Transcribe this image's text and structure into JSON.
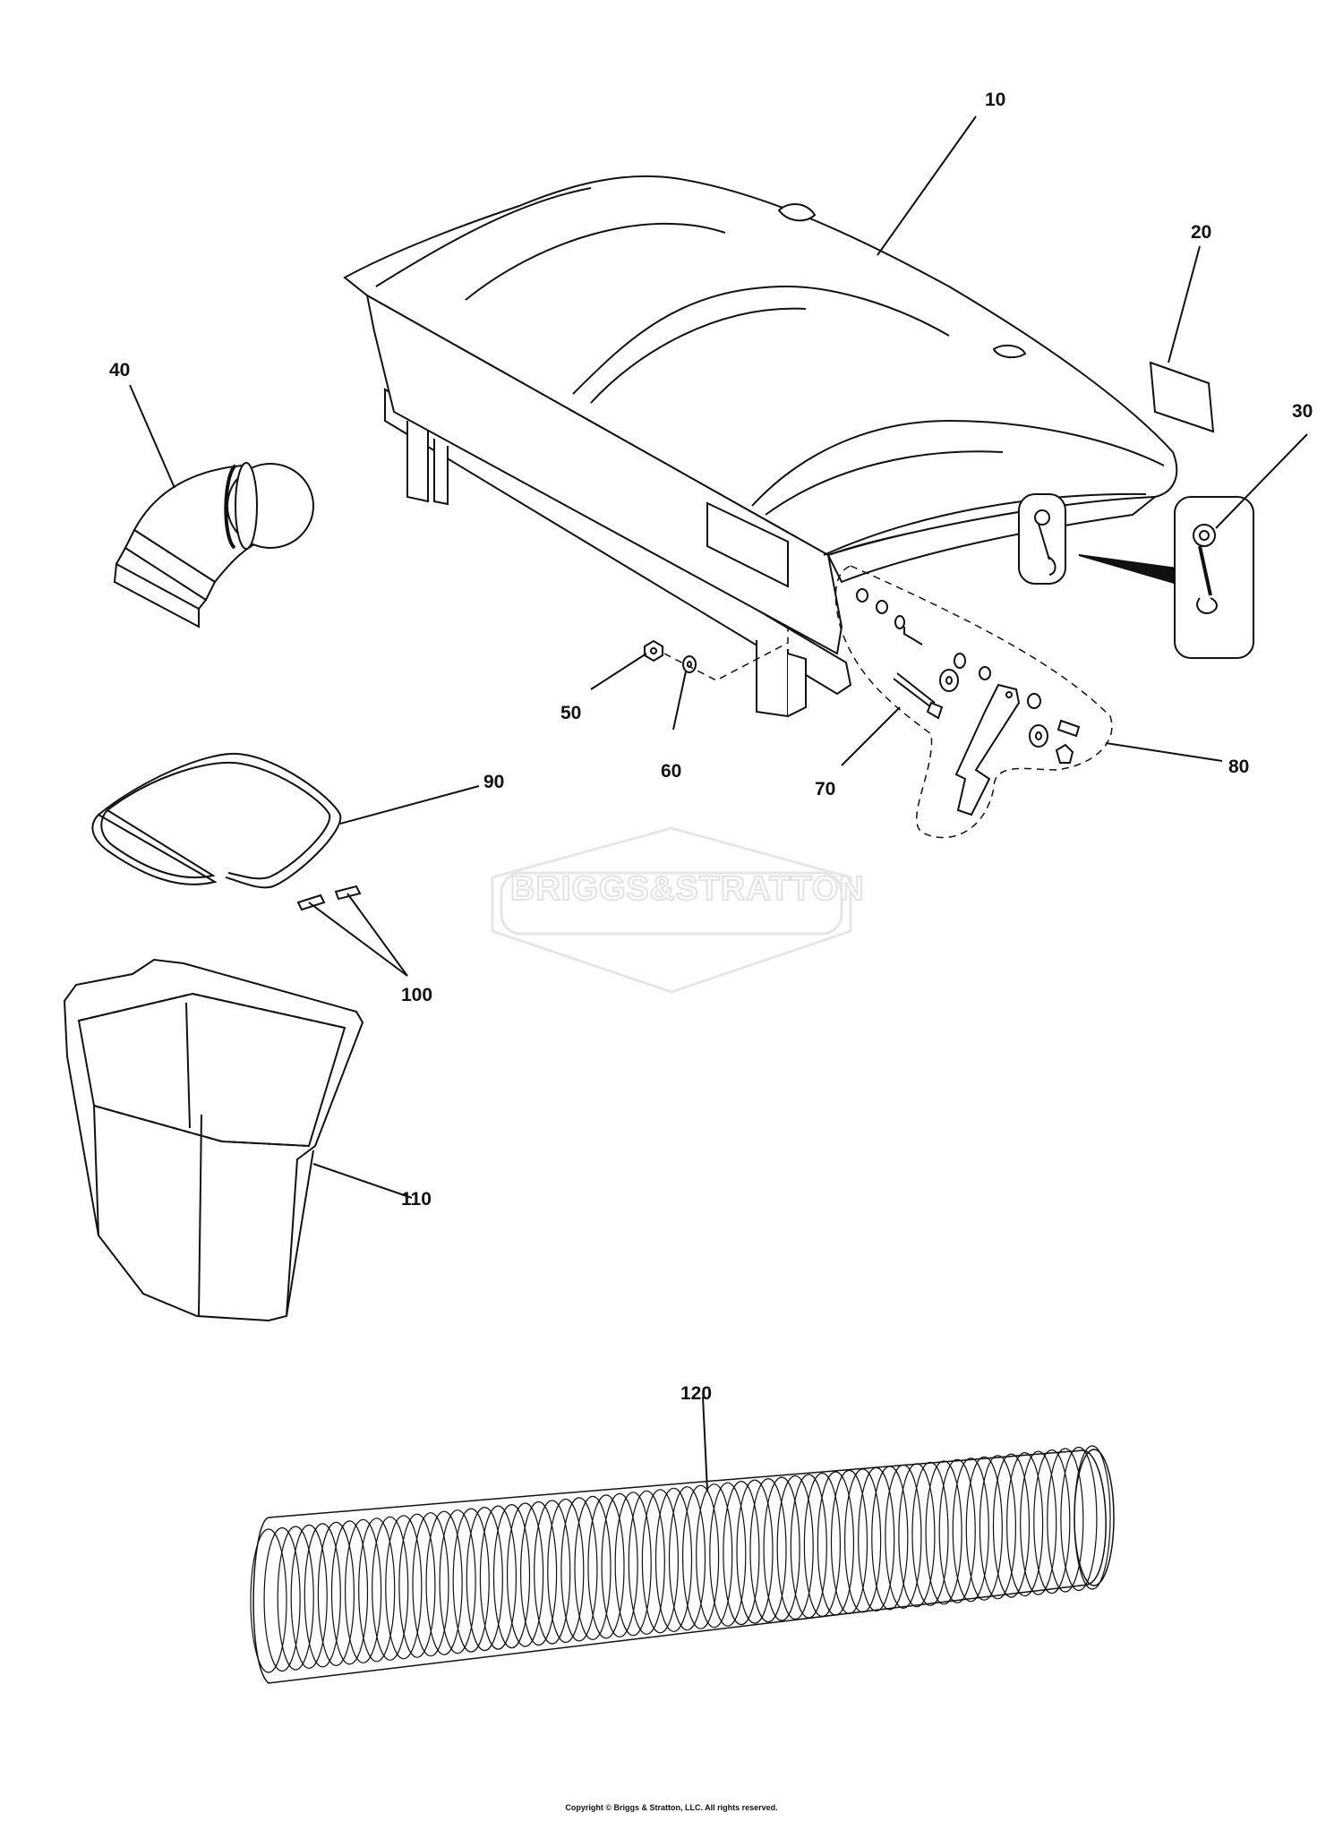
{
  "diagram": {
    "parts": [
      {
        "id": "part-10",
        "label": "10"
      },
      {
        "id": "part-20",
        "label": "20"
      },
      {
        "id": "part-30",
        "label": "30"
      },
      {
        "id": "part-40",
        "label": "40"
      },
      {
        "id": "part-50",
        "label": "50"
      },
      {
        "id": "part-60",
        "label": "60"
      },
      {
        "id": "part-70",
        "label": "70"
      },
      {
        "id": "part-80",
        "label": "80"
      },
      {
        "id": "part-90",
        "label": "90"
      },
      {
        "id": "part-100",
        "label": "100"
      },
      {
        "id": "part-110",
        "label": "110"
      },
      {
        "id": "part-120",
        "label": "120"
      }
    ],
    "watermark": "BRIGGS&STRATTON",
    "copyright": "Copyright © Briggs & Stratton, LLC. All rights reserved.",
    "colors": {
      "line": "#111111",
      "watermark": "#e3e3e3",
      "background": "#ffffff"
    }
  }
}
